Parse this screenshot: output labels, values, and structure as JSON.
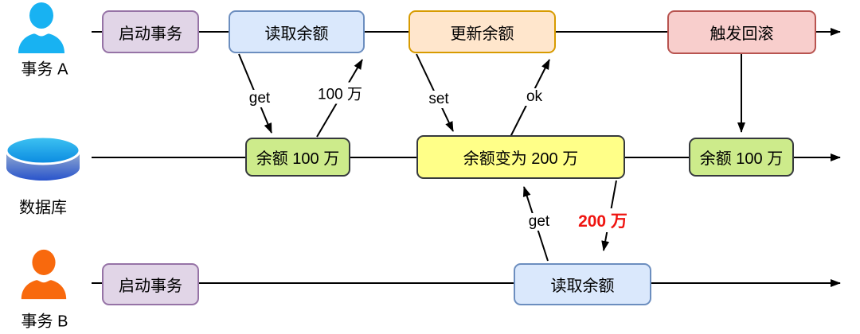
{
  "diagram": {
    "type": "sequence-lane-diagram",
    "background": "#ffffff"
  },
  "actors": {
    "a": {
      "label": "事务 A",
      "icon": "person-icon",
      "color": "#18B2F2"
    },
    "db": {
      "label": "数据库",
      "icon": "database-icon",
      "color": "#2B5CCB"
    },
    "b": {
      "label": "事务 B",
      "icon": "person-icon",
      "color": "#F8690D"
    }
  },
  "nodes": {
    "a_start": {
      "label": "启动事务",
      "fill": "#E1D5E7",
      "stroke": "#9673A6"
    },
    "a_read": {
      "label": "读取余额",
      "fill": "#DAE8FC",
      "stroke": "#6C8EBF"
    },
    "a_update": {
      "label": "更新余额",
      "fill": "#FFE6CC",
      "stroke": "#D79B00"
    },
    "a_rollback": {
      "label": "触发回滚",
      "fill": "#F8CECC",
      "stroke": "#B85450"
    },
    "db_before": {
      "label": "余额 100 万",
      "fill": "#CDEB8B",
      "stroke": "#36393D"
    },
    "db_during": {
      "label": "余额变为 200 万",
      "fill": "#FFFF88",
      "stroke": "#36393D"
    },
    "db_after": {
      "label": "余额 100 万",
      "fill": "#CDEB8B",
      "stroke": "#36393D"
    },
    "b_start": {
      "label": "启动事务",
      "fill": "#E1D5E7",
      "stroke": "#9673A6"
    },
    "b_read": {
      "label": "读取余额",
      "fill": "#DAE8FC",
      "stroke": "#6C8EBF"
    }
  },
  "edge_labels": {
    "get_a": "get",
    "ret_100": "100 万",
    "set_cmd": "set",
    "ok": "ok",
    "get_b": "get",
    "ret_200": "200 万"
  },
  "colors": {
    "line": "#000000",
    "highlight_text": "#EF1410",
    "node_text": "#000000"
  }
}
